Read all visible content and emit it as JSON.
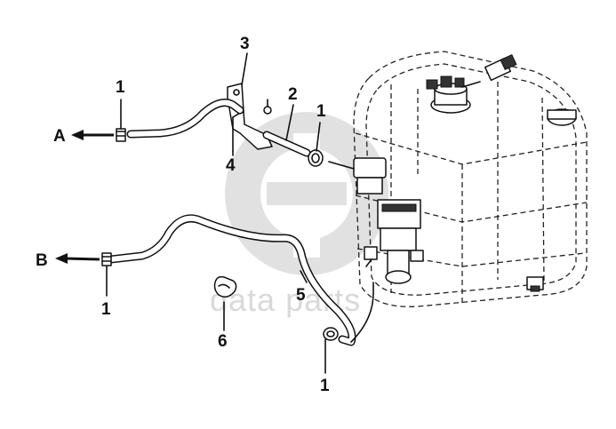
{
  "watermark": {
    "text": "data parts",
    "color": "#d4d4d4"
  },
  "labels": {
    "callout_1a": "1",
    "callout_1b": "1",
    "callout_1c": "1",
    "callout_1d": "1",
    "callout_2": "2",
    "callout_3": "3",
    "callout_4": "4",
    "callout_5": "5",
    "callout_6": "6",
    "direction_a": "A",
    "direction_b": "B"
  },
  "colors": {
    "line": "#111111",
    "background": "#ffffff"
  },
  "icons": {
    "arrow": "arrow-left-icon",
    "watermark_logo": "data-parts-logo"
  }
}
